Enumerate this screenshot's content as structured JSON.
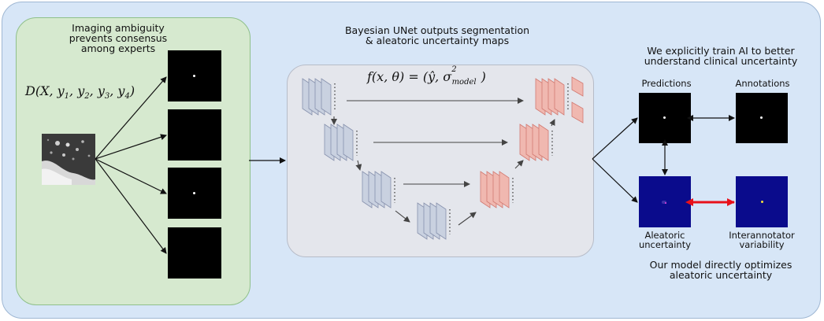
{
  "left_panel": {
    "caption": [
      "Imaging ambiguity",
      "prevents consensus",
      "among experts"
    ],
    "formula": "D(X, y1, y2, y3, y4)"
  },
  "middle_panel": {
    "caption": [
      "Bayesian UNet outputs segmentation",
      "& aleatoric uncertainty maps"
    ],
    "formula": "f(x, θ) = (ŷ, σ²model)"
  },
  "right_panel": {
    "top_caption": [
      "We explicitly train AI to better",
      "understand clinical uncertainty"
    ],
    "predictions_label": "Predictions",
    "annotations_label": "Annotations",
    "aleatoric_label": [
      "Aleatoric",
      "uncertainty"
    ],
    "interannotator_label": [
      "Interannotator",
      "variability"
    ],
    "bottom_caption": [
      "Our model directly optimizes",
      "aleatoric uncertainty"
    ]
  },
  "colors": {
    "outer_background": "#d7e6f7",
    "left_background": "#d6e9cf",
    "middle_background": "#e4e6ec",
    "encoder_block": "#c9d1e0",
    "decoder_block": "#f0b8b0",
    "uncertainty_map": "#0a0b8c",
    "emphasis_arrow": "#e8101a"
  },
  "icons": [
    "ct-scan-thumbnail",
    "segmentation-mask",
    "uncertainty-map",
    "unet-block"
  ]
}
